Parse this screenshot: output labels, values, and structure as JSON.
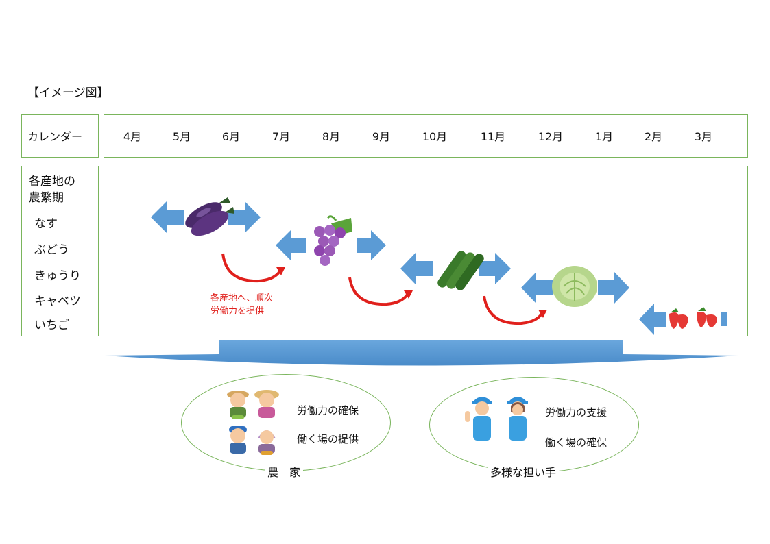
{
  "title": "【イメージ図】",
  "calendar": {
    "label": "カレンダー",
    "months": [
      "4月",
      "5月",
      "6月",
      "7月",
      "8月",
      "9月",
      "10月",
      "11月",
      "12月",
      "1月",
      "2月",
      "3月"
    ]
  },
  "side": {
    "header_line1": "各産地の",
    "header_line2": "農繁期",
    "crops": [
      "なす",
      "ぶどう",
      "きゅうり",
      "キャベツ",
      "いちご"
    ]
  },
  "note": {
    "line1": "各産地へ、順次",
    "line2": "労働力を提供"
  },
  "farmers": {
    "item1": "労働力の確保",
    "item2": "働く場の提供",
    "label": "農　家"
  },
  "workers": {
    "item1": "労働力の支援",
    "item2": "働く場の確保",
    "label": "多様な担い手"
  },
  "colors": {
    "arrow": "#5b9bd5",
    "frame": "#7ab55c",
    "note": "#e0201c"
  },
  "icons": [
    "eggplant-icon",
    "grape-icon",
    "cucumber-icon",
    "cabbage-icon",
    "strawberry-icon",
    "farmer-icon",
    "worker-icon"
  ]
}
